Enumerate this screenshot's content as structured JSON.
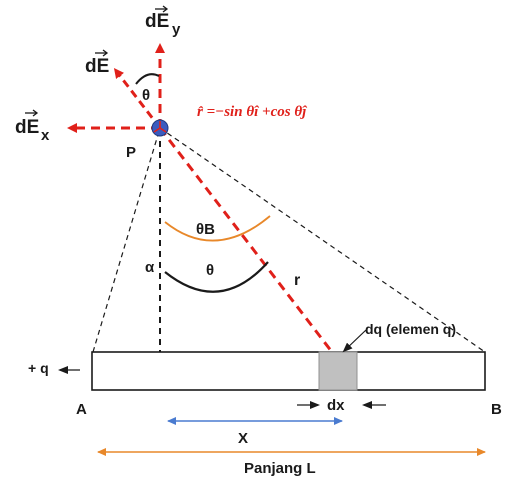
{
  "labels": {
    "dEy": "dE",
    "dEy_sub": "y",
    "dE": "dE",
    "dEx": "dE",
    "dEx_sub": "x",
    "theta_top": "θ",
    "point_P": "P",
    "unit_vector": "r̂ =−sin θî +cos θĵ",
    "thetaB": "θB",
    "alpha": "α",
    "theta": "θ",
    "r": "r",
    "dq": "dq (elemen q)",
    "plus_q": "+ q",
    "A": "A",
    "B": "B",
    "dx": "dx",
    "X": "X",
    "length": "Panjang L"
  },
  "colors": {
    "field_arrows": "#e0201a",
    "point_fill": "#3a5bbf",
    "thetaB_arc": "#e8882a",
    "x_arrow": "#4a7bd0",
    "length_arrow": "#e8882a",
    "element_fill": "#c0c0c0",
    "rod_stroke": "#1a1a1a"
  }
}
